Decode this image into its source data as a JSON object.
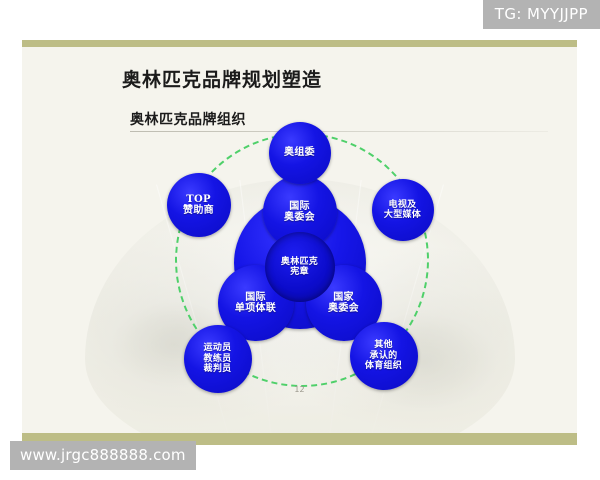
{
  "slide": {
    "title": "奥林匹克品牌规划塑造",
    "subtitle": "奥林匹克品牌组织",
    "page_number": "12",
    "colors": {
      "background": "#f5f4ed",
      "border_bar": "#bdbd86",
      "bubble_blue": "#1414e4",
      "ring_green": "#4fd06a",
      "text_dark": "#1b1b1b",
      "watermark_gray": "#b3b3b3"
    }
  },
  "diagram": {
    "type": "bubble-hierarchy",
    "center_label": "奥林匹克\n宪章",
    "bubbles": [
      {
        "id": "charter",
        "label_lines": [
          "奥林匹克",
          "宪章"
        ],
        "role": "core-center"
      },
      {
        "id": "ioc",
        "label_lines": [
          "国际",
          "奥委会"
        ],
        "role": "inner"
      },
      {
        "id": "ifs",
        "label_lines": [
          "国际",
          "单项体联"
        ],
        "role": "inner"
      },
      {
        "id": "nocs",
        "label_lines": [
          "国家",
          "奥委会"
        ],
        "role": "inner"
      },
      {
        "id": "ooc",
        "label_lines": [
          "奥组委"
        ],
        "role": "outer"
      },
      {
        "id": "top",
        "label_lines": [
          "TOP",
          "赞助商"
        ],
        "role": "outer"
      },
      {
        "id": "media",
        "label_lines": [
          "电视及",
          "大型媒体"
        ],
        "role": "outer"
      },
      {
        "id": "athletes",
        "label_lines": [
          "运动员",
          "教练员",
          "裁判员"
        ],
        "role": "outer"
      },
      {
        "id": "other",
        "label_lines": [
          "其他",
          "承认的",
          "体育组织"
        ],
        "role": "outer"
      }
    ],
    "ring_style": "dashed-green-circle"
  },
  "watermarks": {
    "tag": "TG: MYYJJPP",
    "url": "www.jrgc888888.com"
  }
}
